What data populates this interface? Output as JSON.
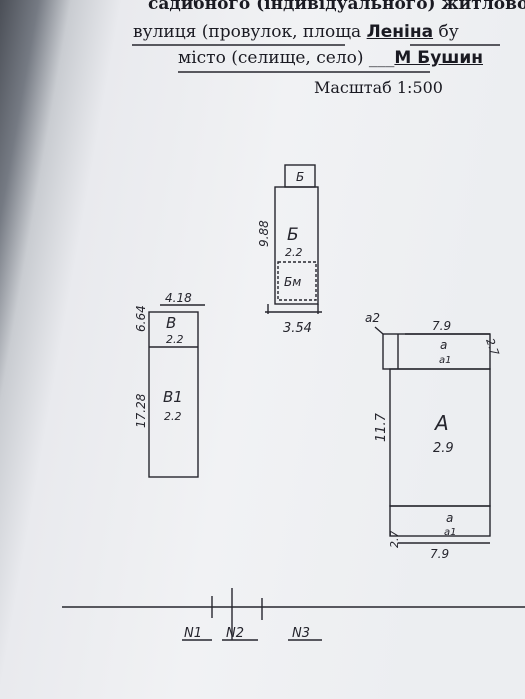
{
  "header": {
    "line1": "садибного (індивідуального) житлового",
    "line2_prefix": "вулиця (провулок, площа",
    "street_value": "Леніна",
    "line2_suffix": "бу",
    "line3_prefix": "місто (селище, село)",
    "city_value": "М Бушин",
    "scale": "Масштаб 1:500"
  },
  "plan": {
    "building_b": {
      "top_label": "Б",
      "label": "Б",
      "area": "2.2",
      "sub_label": "Бм",
      "width": "3.54",
      "length": "9.88"
    },
    "building_v": {
      "label": "В",
      "area": "2.2",
      "label2": "В1",
      "area2": "2.2",
      "width": "4.18",
      "length": "6.64",
      "length2": "17.28"
    },
    "building_a": {
      "label": "А",
      "area": "2.9",
      "top_label": "а",
      "top_area": "а1",
      "bottom_label": "а",
      "bottom_area": "а1",
      "width_top": "7.9",
      "width_bottom": "7.9",
      "length": "11.7",
      "side_right": "2.7",
      "corner_left": "а2",
      "bottom_left": "2.7"
    },
    "markers": [
      "N1",
      "N2",
      "N3"
    ]
  }
}
